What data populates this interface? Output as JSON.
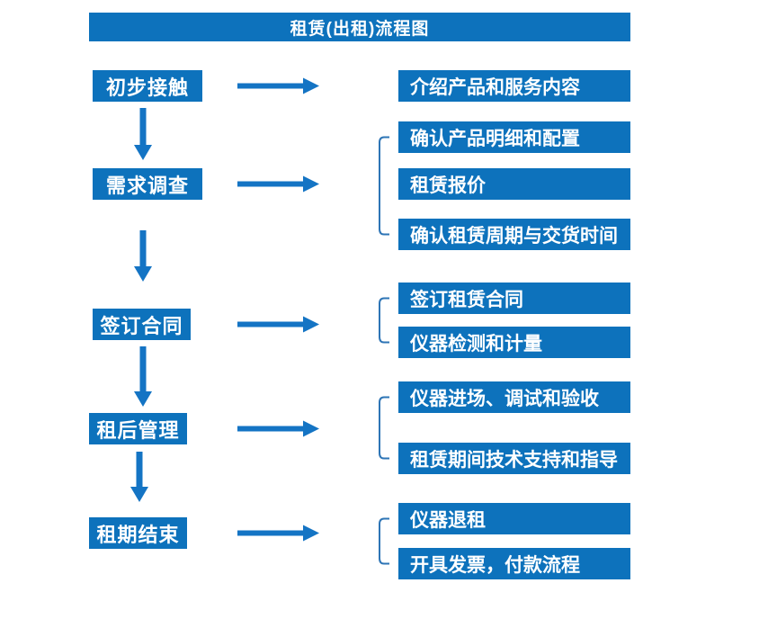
{
  "title": "租赁(出租)流程图",
  "colors": {
    "box_blue": "#0d72bc",
    "arrow_blue": "#1474c4",
    "bracket_blue": "#2e75b6",
    "text_white": "#ffffff"
  },
  "rows": [
    {
      "step": "初步接触",
      "details": [
        "介绍产品和服务内容"
      ]
    },
    {
      "step": "需求调查",
      "details": [
        "确认产品明细和配置",
        "租赁报价",
        "确认租赁周期与交货时间"
      ]
    },
    {
      "step": "签订合同",
      "details": [
        "签订租赁合同",
        "仪器检测和计量"
      ]
    },
    {
      "step": "租后管理",
      "details": [
        "仪器进场、调试和验收",
        "租赁期间技术支持和指导"
      ]
    },
    {
      "step": "租期结束",
      "details": [
        "仪器退租",
        "开具发票，付款流程"
      ]
    }
  ]
}
